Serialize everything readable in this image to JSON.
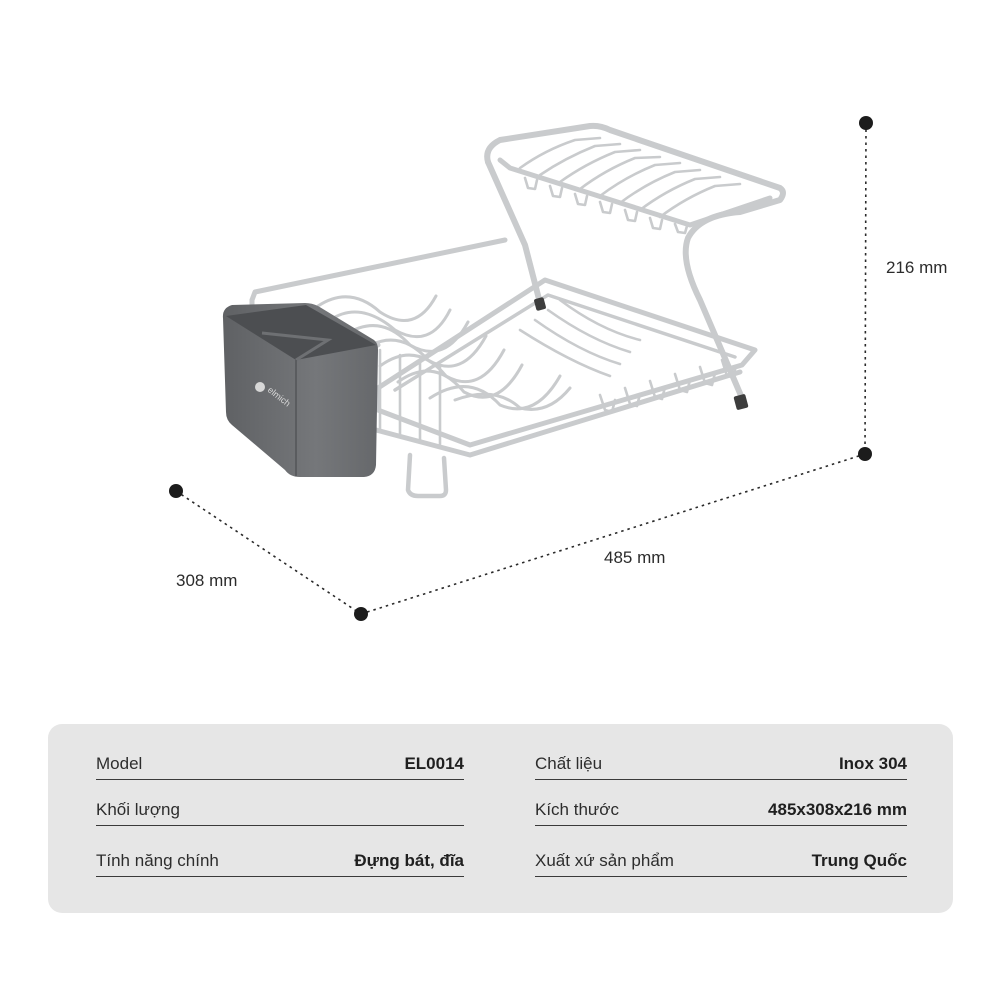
{
  "dimensions": {
    "height": "216 mm",
    "depth": "308 mm",
    "width": "485 mm"
  },
  "product": {
    "brand_mark": "elmich"
  },
  "specs": {
    "left": [
      {
        "label": "Model",
        "value": "EL0014"
      },
      {
        "label": "Khối lượng",
        "value": ""
      },
      {
        "label": "Tính năng chính",
        "value": "Đựng bát, đĩa"
      }
    ],
    "right": [
      {
        "label": "Chất liệu",
        "value": "Inox 304"
      },
      {
        "label": "Kích thước",
        "value": "485x308x216 mm"
      },
      {
        "label": "Xuất xứ sản phẩm",
        "value": "Trung Quốc"
      }
    ]
  },
  "colors": {
    "panel_bg": "#e6e6e6",
    "rack_silver": "#c9cbcd",
    "caddy_gray": "#6d6f72",
    "dot": "#1c1c1c"
  }
}
